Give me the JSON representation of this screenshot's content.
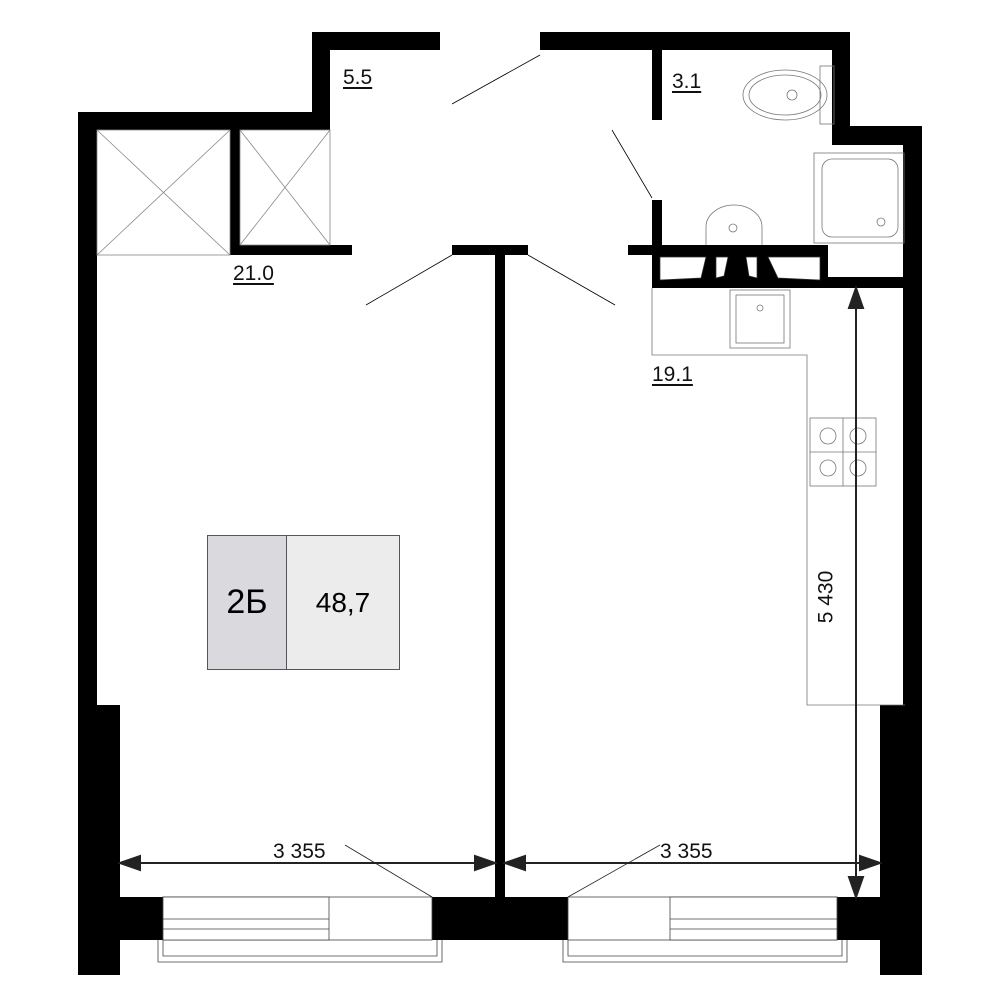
{
  "rooms": [
    {
      "name": "corridor",
      "area": "5.5"
    },
    {
      "name": "bathroom",
      "area": "3.1"
    },
    {
      "name": "living-room",
      "area": "21.0"
    },
    {
      "name": "kitchen",
      "area": "19.1"
    }
  ],
  "apartment": {
    "type": "2Б",
    "total_area": "48,7"
  },
  "dimensions": {
    "left_width": "3 355",
    "right_width": "3 355",
    "depth": "5 430"
  }
}
